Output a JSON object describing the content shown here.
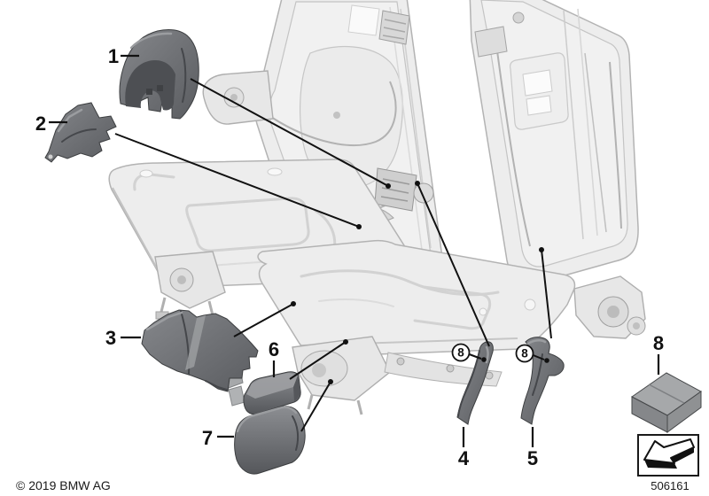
{
  "callouts": {
    "p1": "1",
    "p2": "2",
    "p3": "3",
    "p4": "4",
    "p5": "5",
    "p6": "6",
    "p7": "7",
    "p8": "8",
    "p4_clip": "8",
    "p5_clip": "8"
  },
  "footer": {
    "copyright": "© 2019 BMW AG",
    "diagram_number": "506161"
  },
  "icons": {
    "direction_arrow": "direction-of-travel-arrow-icon",
    "hardware_box": "fastener-kit-box-icon"
  },
  "colors": {
    "part_fill": "#6b6d70",
    "part_shadow": "#4b4d50",
    "part_highlight": "#9b9da0",
    "frame_fill": "#ededed",
    "frame_stroke": "#b3b3b3",
    "leader_line": "#111111",
    "background": "#ffffff"
  }
}
